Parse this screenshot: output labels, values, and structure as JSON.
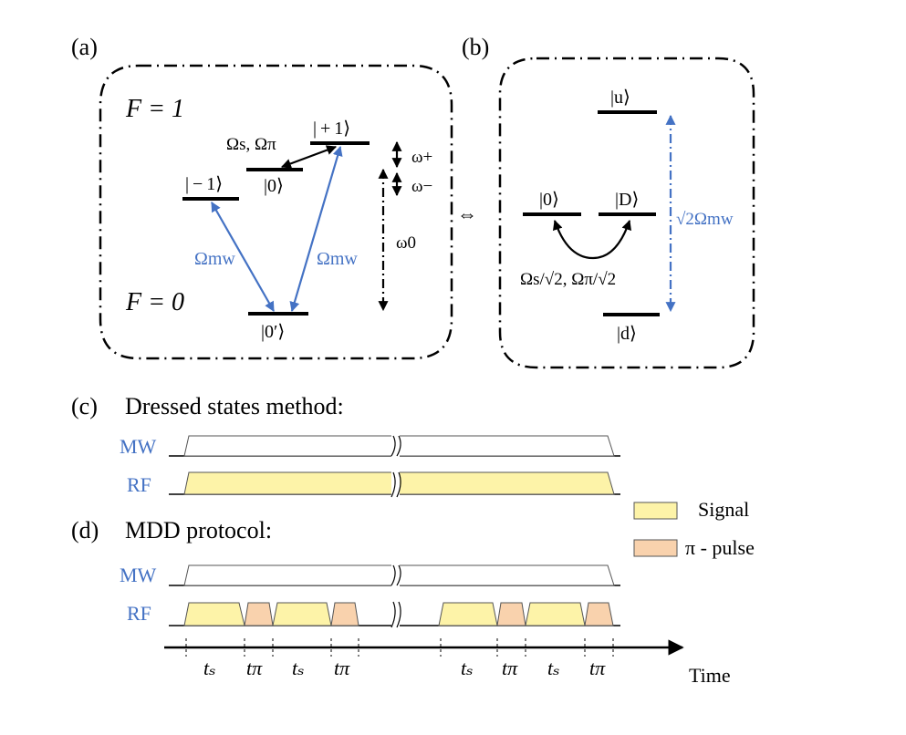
{
  "colors": {
    "blue": "#4472c4",
    "signal": "#fdf3a8",
    "pi_pulse": "#f9d2ad"
  },
  "panel_a": {
    "label": "(a)",
    "f1": "F = 1",
    "f0": "F = 0",
    "ket_m1": "| − 1⟩",
    "ket_0": "|0⟩",
    "ket_p1": "| + 1⟩",
    "ket_0p": "|0′⟩",
    "omega_s_pi": "Ωs, Ωπ",
    "omega_mw_left": "Ωmw",
    "omega_mw_right": "Ωmw",
    "omega_plus": "ω+",
    "omega_minus": "ω−",
    "omega_0": "ω0"
  },
  "equiv_symbol": "⇔",
  "panel_b": {
    "label": "(b)",
    "ket_u": "|u⟩",
    "ket_0": "|0⟩",
    "ket_D": "|D⟩",
    "ket_d": "|d⟩",
    "coupling": "Ωs/√2, Ωπ/√2",
    "mw_coupling": "√2Ωmw"
  },
  "panel_c": {
    "label": "(c)",
    "title": "Dressed states method:",
    "mw": "MW",
    "rf": "RF"
  },
  "panel_d": {
    "label": "(d)",
    "title": "MDD protocol:",
    "mw": "MW",
    "rf": "RF"
  },
  "legend": {
    "signal": "Signal",
    "pi_pulse": "π - pulse"
  },
  "time_axis": {
    "label": "Time",
    "ticks": [
      "tₛ",
      "tπ",
      "tₛ",
      "tπ",
      "tₛ",
      "tπ",
      "tₛ",
      "tπ"
    ]
  }
}
